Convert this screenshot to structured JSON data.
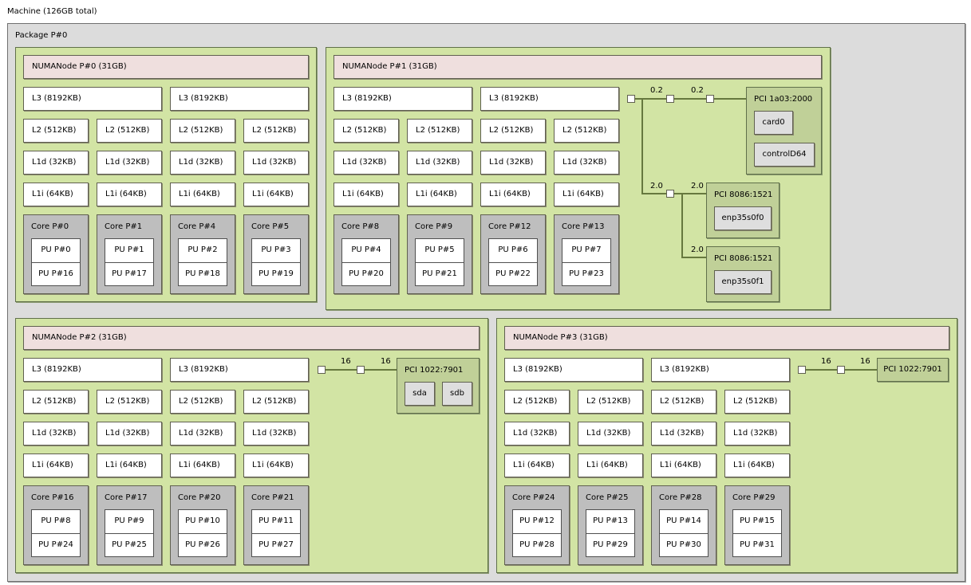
{
  "machine": {
    "title": "Machine (126GB total)"
  },
  "package": {
    "title": "Package P#0"
  },
  "numa_nodes": [
    {
      "title": "NUMANode P#0 (31GB)",
      "l3": [
        "L3 (8192KB)",
        "L3 (8192KB)"
      ],
      "l2": [
        "L2 (512KB)",
        "L2 (512KB)",
        "L2 (512KB)",
        "L2 (512KB)"
      ],
      "l1d": [
        "L1d (32KB)",
        "L1d (32KB)",
        "L1d (32KB)",
        "L1d (32KB)"
      ],
      "l1i": [
        "L1i (64KB)",
        "L1i (64KB)",
        "L1i (64KB)",
        "L1i (64KB)"
      ],
      "cores": [
        {
          "title": "Core P#0",
          "pus": [
            "PU P#0",
            "PU P#16"
          ]
        },
        {
          "title": "Core P#1",
          "pus": [
            "PU P#1",
            "PU P#17"
          ]
        },
        {
          "title": "Core P#4",
          "pus": [
            "PU P#2",
            "PU P#18"
          ]
        },
        {
          "title": "Core P#5",
          "pus": [
            "PU P#3",
            "PU P#19"
          ]
        }
      ]
    },
    {
      "title": "NUMANode P#1 (31GB)",
      "l3": [
        "L3 (8192KB)",
        "L3 (8192KB)"
      ],
      "l2": [
        "L2 (512KB)",
        "L2 (512KB)",
        "L2 (512KB)",
        "L2 (512KB)"
      ],
      "l1d": [
        "L1d (32KB)",
        "L1d (32KB)",
        "L1d (32KB)",
        "L1d (32KB)"
      ],
      "l1i": [
        "L1i (64KB)",
        "L1i (64KB)",
        "L1i (64KB)",
        "L1i (64KB)"
      ],
      "cores": [
        {
          "title": "Core P#8",
          "pus": [
            "PU P#4",
            "PU P#20"
          ]
        },
        {
          "title": "Core P#9",
          "pus": [
            "PU P#5",
            "PU P#21"
          ]
        },
        {
          "title": "Core P#12",
          "pus": [
            "PU P#6",
            "PU P#22"
          ]
        },
        {
          "title": "Core P#13",
          "pus": [
            "PU P#7",
            "PU P#23"
          ]
        }
      ],
      "io": {
        "bw": [
          "0.2",
          "0.2",
          "2.0",
          "2.0",
          "2.0"
        ],
        "pci": [
          {
            "title": "PCI 1a03:2000",
            "osdevs": [
              "card0",
              "controlD64"
            ]
          },
          {
            "title": "PCI 8086:1521",
            "osdevs": [
              "enp35s0f0"
            ]
          },
          {
            "title": "PCI 8086:1521",
            "osdevs": [
              "enp35s0f1"
            ]
          }
        ]
      }
    },
    {
      "title": "NUMANode P#2 (31GB)",
      "l3": [
        "L3 (8192KB)",
        "L3 (8192KB)"
      ],
      "l2": [
        "L2 (512KB)",
        "L2 (512KB)",
        "L2 (512KB)",
        "L2 (512KB)"
      ],
      "l1d": [
        "L1d (32KB)",
        "L1d (32KB)",
        "L1d (32KB)",
        "L1d (32KB)"
      ],
      "l1i": [
        "L1i (64KB)",
        "L1i (64KB)",
        "L1i (64KB)",
        "L1i (64KB)"
      ],
      "cores": [
        {
          "title": "Core P#16",
          "pus": [
            "PU P#8",
            "PU P#24"
          ]
        },
        {
          "title": "Core P#17",
          "pus": [
            "PU P#9",
            "PU P#25"
          ]
        },
        {
          "title": "Core P#20",
          "pus": [
            "PU P#10",
            "PU P#26"
          ]
        },
        {
          "title": "Core P#21",
          "pus": [
            "PU P#11",
            "PU P#27"
          ]
        }
      ],
      "io": {
        "bw": [
          "16",
          "16"
        ],
        "pci": [
          {
            "title": "PCI 1022:7901",
            "osdevs": [
              "sda",
              "sdb"
            ]
          }
        ]
      }
    },
    {
      "title": "NUMANode P#3 (31GB)",
      "l3": [
        "L3 (8192KB)",
        "L3 (8192KB)"
      ],
      "l2": [
        "L2 (512KB)",
        "L2 (512KB)",
        "L2 (512KB)",
        "L2 (512KB)"
      ],
      "l1d": [
        "L1d (32KB)",
        "L1d (32KB)",
        "L1d (32KB)",
        "L1d (32KB)"
      ],
      "l1i": [
        "L1i (64KB)",
        "L1i (64KB)",
        "L1i (64KB)",
        "L1i (64KB)"
      ],
      "cores": [
        {
          "title": "Core P#24",
          "pus": [
            "PU P#12",
            "PU P#28"
          ]
        },
        {
          "title": "Core P#25",
          "pus": [
            "PU P#13",
            "PU P#29"
          ]
        },
        {
          "title": "Core P#28",
          "pus": [
            "PU P#14",
            "PU P#30"
          ]
        },
        {
          "title": "Core P#29",
          "pus": [
            "PU P#15",
            "PU P#31"
          ]
        }
      ],
      "io": {
        "bw": [
          "16",
          "16"
        ],
        "pci": [
          {
            "title": "PCI 1022:7901",
            "osdevs": []
          }
        ]
      }
    }
  ],
  "colors": {
    "package_bg": "#dcdcdc",
    "numa_bg": "#d2e4a4",
    "numa_bar_bg": "#efdfde",
    "cache_bg": "#ffffff",
    "core_bg": "#bebebe",
    "pci_bg": "#c0d098",
    "osdev_bg": "#dedede",
    "link_color": "#66783e"
  }
}
